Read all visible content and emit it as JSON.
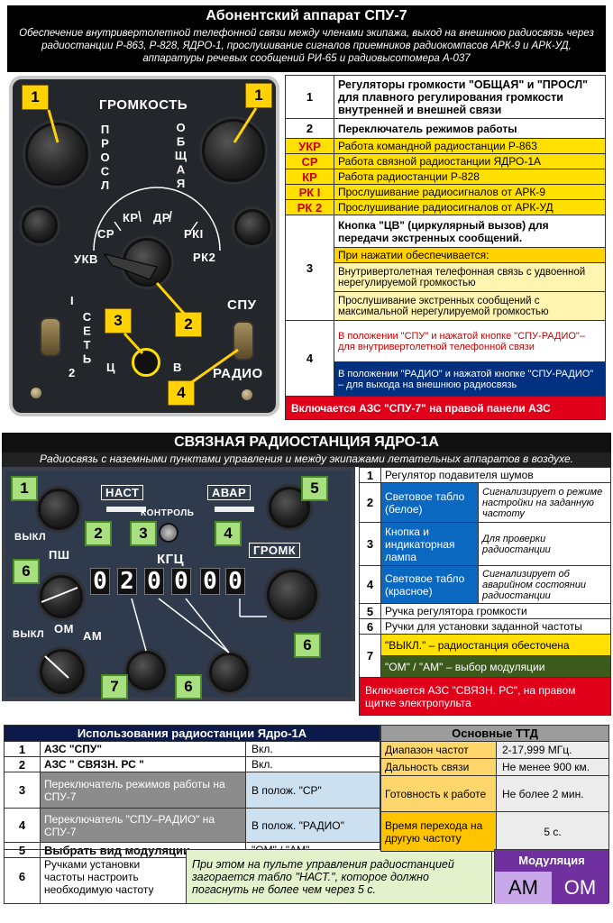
{
  "spu": {
    "title": "Абонентский аппарат СПУ-7",
    "subtitle": "Обеспечение внутривертолетной телефонной связи между членами экипажа, выход на внешнюю радиосвязь через радиостанции Р-863, Р-828, ЯДРО-1, прослушивание сигналов приемников радиокомпасов АРК-9  и АРК-УД,    аппаратуры речевых сообщений РИ-65 и радиовысотомера А-037",
    "panel": {
      "volume": "ГРОМКОСТЬ",
      "prosl": "ПРОСЛ",
      "obshaya": "ОБЩАЯ",
      "ukv": "УКВ",
      "sr": "СР",
      "kr": "КР",
      "dr": "ДР",
      "rk1": "РКI",
      "rk2": "РК2",
      "spu": "СПУ",
      "radio": "РАДИО",
      "set": "СЕТЬ",
      "one": "I",
      "two": "2",
      "ts": "Ц",
      "v": "В"
    },
    "callouts": [
      "1",
      "1",
      "2",
      "3",
      "4"
    ],
    "rows": [
      {
        "n": "1",
        "text": "Регуляторы громкости \"ОБЩАЯ\" и \"ПРОСЛ\" для плавного регулирования громкости внутренней и внешней связи"
      },
      {
        "n": "2",
        "text": "Переключатель режимов работы"
      },
      {
        "n": "УКР",
        "text": "Работа командной радиостанции Р-863"
      },
      {
        "n": "СР",
        "text": "Работа связной радиостанции ЯДРО-1А"
      },
      {
        "n": "КР",
        "text": "Работа радиостанции Р-828"
      },
      {
        "n": "РК I",
        "text": "Прослушивание радиосигналов от АРК-9"
      },
      {
        "n": "РК 2",
        "text": "Прослушивание радиосигналов от АРК-УД"
      },
      {
        "n": "3",
        "text": "Кнопка \"ЦВ\" (циркулярный вызов) для передачи экстренных сообщений."
      },
      {
        "n": "",
        "text": "При нажатии обеспечивается:"
      },
      {
        "n": "",
        "text": "Внутривертолетная телефонная связь с удвоенной нерегулируемой громкостью"
      },
      {
        "n": "",
        "text": "Прослушивание экстренных сообщений с максимальной нерегулируемой громкостью"
      },
      {
        "n": "4",
        "text": "В положении \"СПУ\" и нажатой кнопке \"СПУ-РАДИО\"– для внутривертолетной телефонной связи"
      },
      {
        "n": "",
        "text": "В положении \"РАДИО\" и нажатой кнопке \"СПУ-РАДИО\" – для выхода на внешнюю радиосвязь"
      },
      {
        "n": "",
        "text": "Включается АЗС \"СПУ-7\" на правой панели АЗС"
      }
    ]
  },
  "yadro": {
    "title": "СВЯЗНАЯ РАДИОСТАНЦИЯ ЯДРО-1А",
    "subtitle": "Радиосвязь с наземными пунктами управления и между экипажами летательных аппаратов в воздухе.",
    "panel": {
      "nast": "НАСТ",
      "avar": "АВАР",
      "kontrol": "КОНТРОЛЬ",
      "vykl": "ВЫКЛ",
      "psh": "ПШ",
      "kgts": "КГЦ",
      "gromk": "ГРОМК",
      "om": "ОМ",
      "am": "АМ",
      "vykl2": "ВЫКЛ",
      "digits": [
        "0",
        "2",
        "0",
        "0",
        "0",
        "0"
      ]
    },
    "callouts": [
      "1",
      "2",
      "3",
      "4",
      "5",
      "6",
      "6",
      "6",
      "7"
    ],
    "rows": [
      {
        "n": "1",
        "a": "Регулятор подавителя шумов",
        "b": ""
      },
      {
        "n": "2",
        "a": "Световое табло (белое)",
        "b": "Сигнализирует о режиме настройки на заданную частоту"
      },
      {
        "n": "3",
        "a": "Кнопка и индикаторная лампа",
        "b": "Для проверки радиостанции"
      },
      {
        "n": "4",
        "a": "Световое табло (красное)",
        "b": "Сигнализирует об аварийном состоянии радиостанции"
      },
      {
        "n": "5",
        "a": "Ручка регулятора громкости",
        "b": ""
      },
      {
        "n": "6",
        "a": "Ручки для установки заданной частоты",
        "b": ""
      },
      {
        "n": "7",
        "a": "\"ВЫКЛ.\" – радиостанция обесточена",
        "b": ""
      },
      {
        "n": "",
        "a": "\"ОМ\" / \"АМ\" – выбор модуляции",
        "b": ""
      }
    ],
    "azs": "Включается АЗС \"СВЯЗН. РС\", на правом щитке электропульта"
  },
  "usage": {
    "title": "Использования радиостанции Ядро-1А",
    "rows": [
      {
        "n": "1",
        "a": "АЗС \"СПУ\"",
        "b": "Вкл."
      },
      {
        "n": "2",
        "a": "АЗС \" СВЯЗН. РС \"",
        "b": "Вкл."
      },
      {
        "n": "3",
        "a": "Переключатель режимов работы на СПУ-7",
        "b": "В полож. \"СР\""
      },
      {
        "n": "4",
        "a": "Переключатель \"СПУ–РАДИО\" на СПУ-7",
        "b": "В полож. \"РАДИО\""
      },
      {
        "n": "5",
        "a": "Выбрать вид модуляции",
        "b": "\"ОМ\" / \"АМ\""
      },
      {
        "n": "6",
        "a": "Ручками установки частоты настроить необходимую частоту",
        "b": "При этом на пульте управления радиостанцией загорается табло \"НАСТ.\", которое должно погаснуть не более чем через 5 с."
      }
    ]
  },
  "ttd": {
    "title": "Основные ТТД",
    "rows": [
      {
        "a": "Диапазон частот",
        "b": "2-17,999 МГц."
      },
      {
        "a": "Дальность связи",
        "b": "Не менее 900 км."
      },
      {
        "a": "Готовность к работе",
        "b": "Не более 2 мин."
      },
      {
        "a": "Время перехода на другую частоту",
        "b": "5 с."
      }
    ],
    "modulation": "Модуляция",
    "am": "АМ",
    "om": "ОМ"
  }
}
